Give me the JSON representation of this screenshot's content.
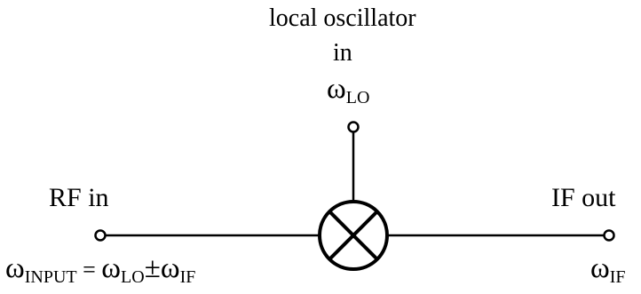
{
  "lo": {
    "title": "local oscillator",
    "in_label": "in",
    "freq_symbol": "ω",
    "freq_sub": "LO"
  },
  "rf": {
    "label": "RF in",
    "eq_symbol": "ω",
    "eq_sub": "INPUT",
    "eq_op": " = ",
    "eq_lo_symbol": "ω",
    "eq_lo_sub": "LO",
    "eq_pm": "±",
    "eq_if_symbol": "ω",
    "eq_if_sub": "IF"
  },
  "if_out": {
    "label": "IF out",
    "freq_symbol": "ω",
    "freq_sub": "IF"
  }
}
